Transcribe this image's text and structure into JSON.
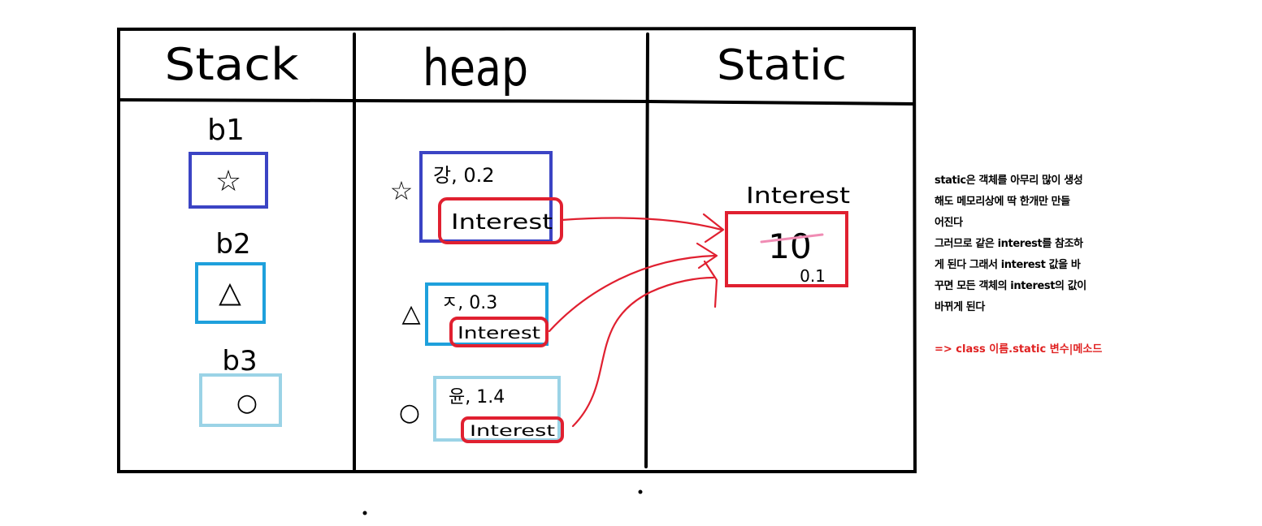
{
  "columns": {
    "stack": "Stack",
    "heap": "heap",
    "static": "Static"
  },
  "stack": {
    "vars": [
      {
        "label": "b1",
        "symbol": "☆",
        "color": "#3b44c4"
      },
      {
        "label": "b2",
        "symbol": "△",
        "color": "#1ea0dc"
      },
      {
        "label": "b3",
        "symbol": "○",
        "color": "#9bd3e6"
      }
    ]
  },
  "heap": {
    "objects": [
      {
        "marker": "☆",
        "value": "강, 0.2",
        "field": "Interest",
        "color": "#3b44c4"
      },
      {
        "marker": "△",
        "value": "ㅈ, 0.3",
        "field": "Interest",
        "color": "#1ea0dc"
      },
      {
        "marker": "○",
        "value": "윤, 1.4",
        "field": "Interest",
        "color": "#9bd3e6"
      }
    ],
    "field_color": "#e02030"
  },
  "static": {
    "var_name": "Interest",
    "value": "10",
    "new_value": "0.1",
    "new_value_color": "#f08cb4",
    "color": "#e02030"
  },
  "note": {
    "lines": [
      "static은 객체를 아무리 많이 생성",
      "해도 메모리상에 딱 한개만 만들",
      "어진다",
      "그러므로 같은 interest를 참조하",
      "게 된다 그래서 interest 값을 바",
      "꾸면 모든 객체의 interest의 값이",
      "바뀌게 된다"
    ],
    "formula": "=> class 이름.static 변수|메소드",
    "formula_color": "#e02020"
  }
}
